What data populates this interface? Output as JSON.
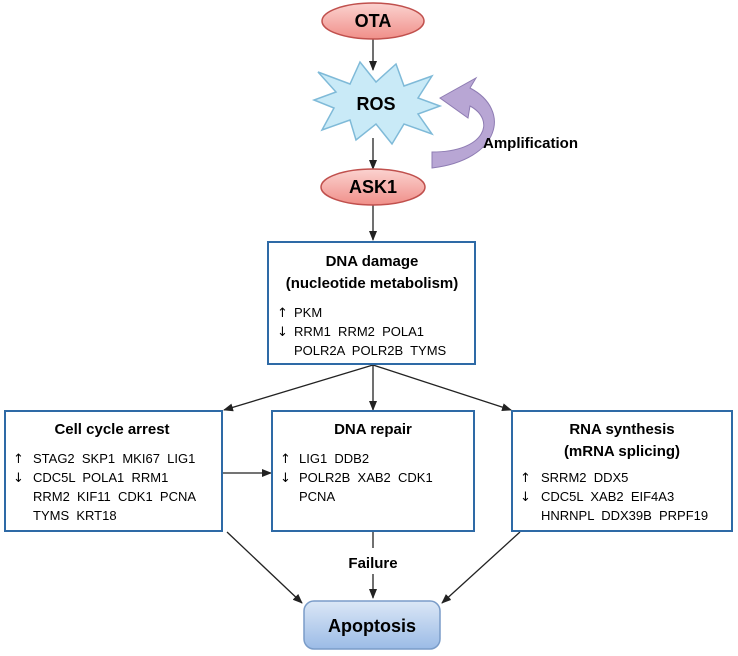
{
  "colors": {
    "ellipse_fill": "#f4a7a3",
    "ellipse_stroke": "#c0504d",
    "ros_fill": "#c9eaf7",
    "ros_stroke": "#7fbad8",
    "box_stroke": "#2e6aa6",
    "apoptosis_fill_top": "#dbe7f6",
    "apoptosis_fill_bottom": "#9bbbe6",
    "amplification_arrow": "#b8a6d4"
  },
  "nodes": {
    "ota": "OTA",
    "ros": "ROS",
    "ask1": "ASK1",
    "apoptosis": "Apoptosis"
  },
  "labels": {
    "amplification": "Amplification",
    "failure": "Failure"
  },
  "symbols": {
    "up": "↑",
    "down": "↓"
  },
  "boxes": {
    "dna_damage": {
      "title_line1": "DNA damage",
      "title_line2": "(nucleotide metabolism)",
      "up_line": "PKM",
      "down_line1": "RRM1  RRM2  POLA1",
      "down_line2": "POLR2A  POLR2B  TYMS"
    },
    "cell_cycle": {
      "title": "Cell cycle arrest",
      "up_line": "STAG2  SKP1  MKI67  LIG1",
      "down_line1": "CDC5L  POLA1  RRM1",
      "down_line2": "RRM2  KIF11  CDK1  PCNA",
      "down_line3": "TYMS  KRT18"
    },
    "dna_repair": {
      "title": "DNA repair",
      "up_line": "LIG1  DDB2",
      "down_line1": "POLR2B  XAB2  CDK1",
      "down_line2": "PCNA"
    },
    "rna_synthesis": {
      "title_line1": "RNA synthesis",
      "title_line2": "(mRNA splicing)",
      "up_line": "SRRM2  DDX5",
      "down_line1": "CDC5L  XAB2  EIF4A3",
      "down_line2": "HNRNPL  DDX39B  PRPF19"
    }
  }
}
